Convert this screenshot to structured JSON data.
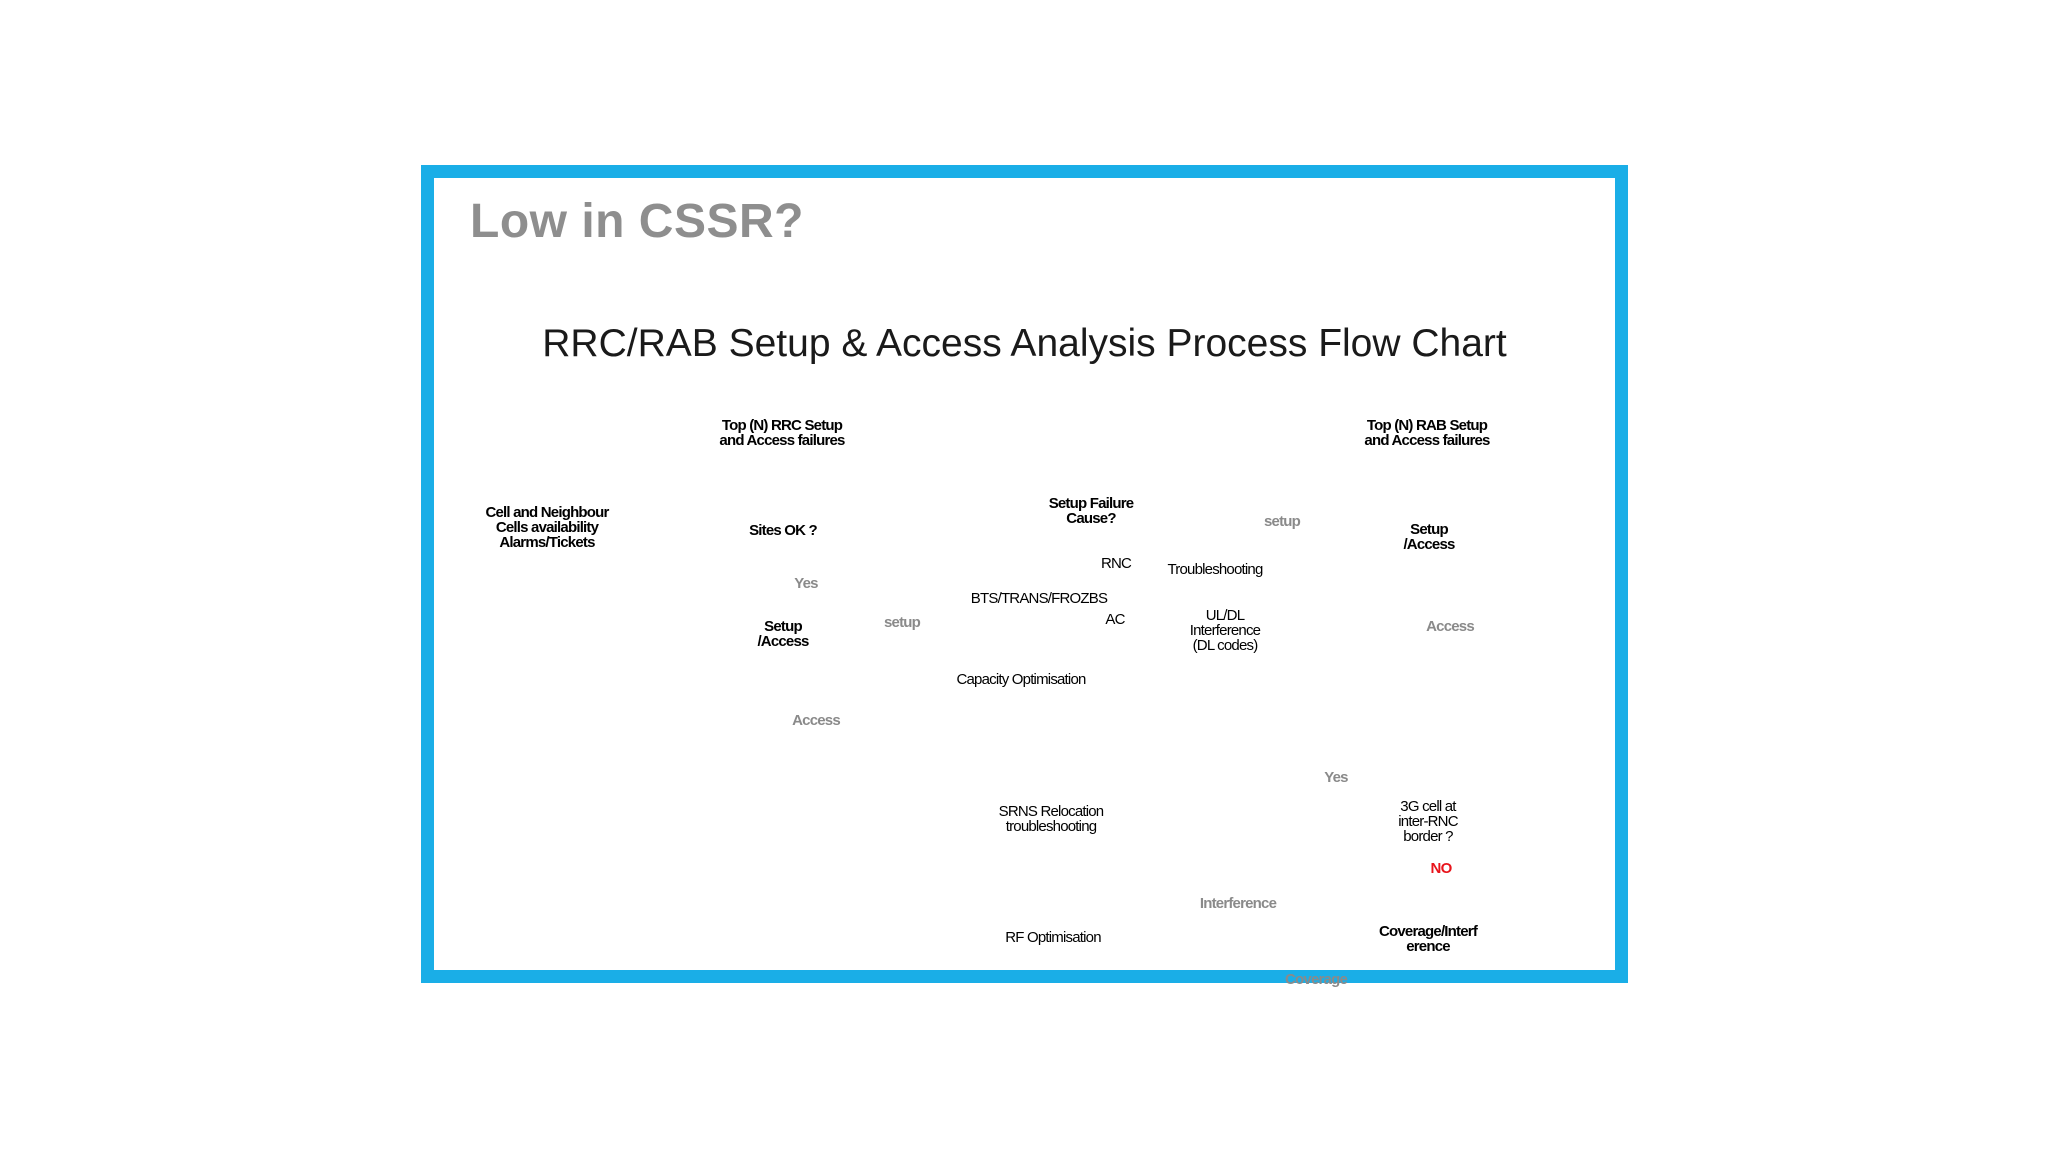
{
  "slide": {
    "title": "Low in CSSR?",
    "flow_title": "RRC/RAB Setup & Access Analysis Process Flow Chart",
    "border_color": "#1aaee7"
  },
  "nodes": {
    "top_rrc": "Top (N) RRC Setup\nand Access failures",
    "top_rab": "Top (N) RAB Setup\nand Access failures",
    "cell_neighbour": "Cell and Neighbour\nCells availability\nAlarms/Tickets",
    "sites_ok": "Sites OK ?",
    "setup_failure": "Setup Failure\nCause?",
    "setup_access_left": "Setup\n/Access",
    "setup_access_right": "Setup\n/Access",
    "rnc": "RNC",
    "troubleshooting": "Troubleshooting",
    "bts_trans": "BTS/TRANS/FROZBS",
    "ac": "AC",
    "ul_dl": "UL/DL\nInterference\n(DL codes)",
    "capacity": "Capacity Optimisation",
    "srns": "SRNS Relocation\ntroubleshooting",
    "cell_3g": "3G cell at\ninter-RNC\nborder ?",
    "rf_opt": "RF Optimisation",
    "coverage_interf": "Coverage/Interf\nerence"
  },
  "edge_labels": {
    "yes_left": "Yes",
    "setup_mid": "setup",
    "access_left": "Access",
    "setup_right": "setup",
    "access_right": "Access",
    "yes_right": "Yes",
    "no": "NO",
    "interference": "Interference",
    "coverage": "Coverage"
  }
}
